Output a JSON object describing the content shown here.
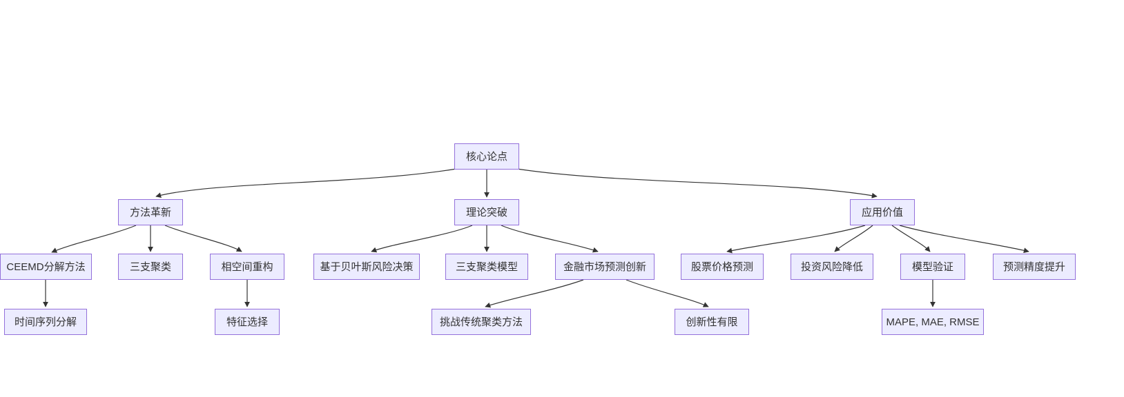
{
  "diagram": {
    "type": "flowchart-top-down",
    "colors": {
      "node_fill": "#ECECFF",
      "node_border": "#9370DB",
      "edge": "#333333",
      "background": "#ffffff",
      "text": "#333333"
    },
    "nodes": {
      "root": {
        "label": "核心论点"
      },
      "method": {
        "label": "方法革新"
      },
      "theory": {
        "label": "理论突破"
      },
      "application": {
        "label": "应用价值"
      },
      "ceemd": {
        "label": "CEEMD分解方法"
      },
      "three_way": {
        "label": "三支聚类"
      },
      "phase_space": {
        "label": "相空间重构"
      },
      "time_series": {
        "label": "时间序列分解"
      },
      "feature": {
        "label": "特征选择"
      },
      "bayes": {
        "label": "基于贝叶斯风险决策"
      },
      "three_way_model": {
        "label": "三支聚类模型"
      },
      "finance": {
        "label": "金融市场预测创新"
      },
      "challenge": {
        "label": "挑战传统聚类方法"
      },
      "limited": {
        "label": "创新性有限"
      },
      "stock": {
        "label": "股票价格预测"
      },
      "risk": {
        "label": "投资风险降低"
      },
      "validation": {
        "label": "模型验证"
      },
      "precision": {
        "label": "预测精度提升"
      },
      "metrics": {
        "label": "MAPE, MAE, RMSE"
      }
    },
    "edges": [
      {
        "from": "root",
        "to": "method"
      },
      {
        "from": "root",
        "to": "theory"
      },
      {
        "from": "root",
        "to": "application"
      },
      {
        "from": "method",
        "to": "ceemd"
      },
      {
        "from": "method",
        "to": "three_way"
      },
      {
        "from": "method",
        "to": "phase_space"
      },
      {
        "from": "ceemd",
        "to": "time_series"
      },
      {
        "from": "phase_space",
        "to": "feature"
      },
      {
        "from": "theory",
        "to": "bayes"
      },
      {
        "from": "theory",
        "to": "three_way_model"
      },
      {
        "from": "theory",
        "to": "finance"
      },
      {
        "from": "finance",
        "to": "challenge"
      },
      {
        "from": "finance",
        "to": "limited"
      },
      {
        "from": "application",
        "to": "stock"
      },
      {
        "from": "application",
        "to": "risk"
      },
      {
        "from": "application",
        "to": "validation"
      },
      {
        "from": "application",
        "to": "precision"
      },
      {
        "from": "validation",
        "to": "metrics"
      }
    ]
  }
}
